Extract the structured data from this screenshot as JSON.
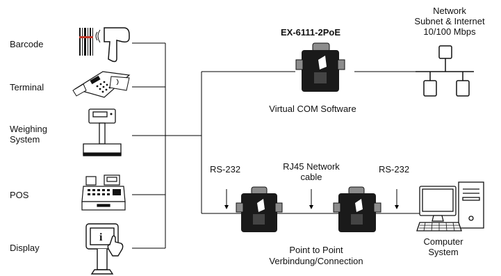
{
  "devices": {
    "barcode": "Barcode",
    "terminal": "Terminal",
    "weighing_line1": "Weighing",
    "weighing_line2": "System",
    "pos": "POS",
    "display": "Display"
  },
  "product": {
    "name": "EX-6111-2PoE",
    "software": "Virtual COM Software"
  },
  "network": {
    "line1": "Network",
    "line2": "Subnet & Internet",
    "line3": "10/100 Mbps"
  },
  "connections": {
    "rs232_left": "RS-232",
    "rj45_line1": "RJ45 Network",
    "rj45_line2": "cable",
    "rs232_right": "RS-232",
    "p2p_line1": "Point to Point",
    "p2p_line2": "Verbindung/Connection"
  },
  "computer": {
    "line1": "Computer",
    "line2": "System"
  },
  "colors": {
    "line": "#000000",
    "device_body": "#1a1a1a",
    "device_accent": "#8c8c8c"
  }
}
